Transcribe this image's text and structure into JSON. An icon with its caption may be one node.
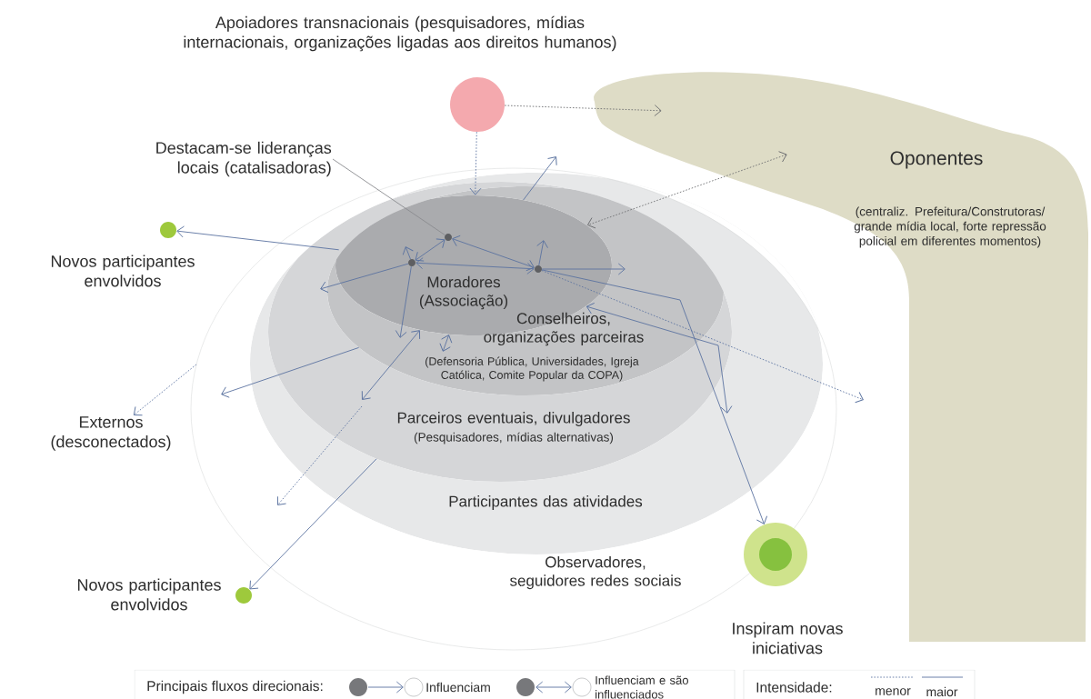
{
  "diagram": {
    "nodes": [
      {
        "text": [
          "Observadores, seguidores redes sociais"
        ]
      },
      {
        "text": [
          "Participantes das atividades"
        ],
        "in": 0
      },
      {
        "text": [
          "Parceiros eventuais, divulgadores",
          "(Pesquisadores, mídias alternativas)"
        ],
        "in": 1
      },
      {
        "text": [
          "Conselheiros, organizações parceiras",
          "(Defensoria Pública, Universidades, Igreja Católica, Comite Popular da COPA)"
        ],
        "in": 2
      },
      {
        "text": [
          "Moradores (Associação)"
        ],
        "in": 3
      },
      {
        "text": [],
        "shape": "circle",
        "in": 4
      },
      {
        "text": [],
        "shape": "circle",
        "in": 4
      },
      {
        "text": [],
        "shape": "circle",
        "in": 4
      },
      {
        "text": [
          "Apoiadores transnacionais (pesquisadores, mídias internacionais, organizações ligadas aos direitos humanos)"
        ]
      },
      {
        "text": [
          "Oponentes",
          "(centraliz. Prefeitura/Construtoras/ grande mídia local, forte repressão policial em diferentes momentos)"
        ]
      },
      {
        "text": [
          "Destacam-se lideranças locais (catalisadoras)"
        ]
      },
      {
        "text": [],
        "shape": "circle",
        "beside": [
          "Novos participantes envolvidos"
        ]
      },
      {
        "text": [
          "Externos (desconectados)"
        ]
      },
      {
        "text": [],
        "shape": "circle",
        "beside": [
          "Novos participantes envolvidos"
        ]
      },
      {
        "text": [],
        "shape": "circle"
      }
    ],
    "edges": [
      {
        "from": 5,
        "to": 6,
        "arrow": "both"
      },
      {
        "from": 6,
        "to": 7,
        "arrow": "both"
      },
      {
        "from": 5,
        "to": 7,
        "arrow": "both"
      },
      {
        "from": 7,
        "to": null,
        "arrow": "to"
      },
      {
        "from": 7,
        "to": null,
        "arrow": "to"
      },
      {
        "from": 6,
        "to": null,
        "arrow": "to"
      },
      {
        "from": 6,
        "to": null,
        "arrow": "to"
      },
      {
        "from": 6,
        "to": null,
        "arrow": "to"
      },
      {
        "from": 4,
        "to": 11,
        "arrow": "to"
      },
      {
        "from": 4,
        "to": null,
        "arrow": "to"
      },
      {
        "from": 8,
        "to": 4,
        "arrow": "to",
        "style": "dashed"
      },
      {
        "from": 8,
        "to": 9,
        "arrow": "to",
        "style": "dashed",
        "color": "#6d6e71"
      },
      {
        "from": 9,
        "to": 4,
        "arrow": "both",
        "style": "dashed",
        "color": "#6d6e71"
      },
      {
        "from": 7,
        "to": null,
        "arrow": "to",
        "style": "dashed"
      },
      {
        "from": 7,
        "to": 14,
        "arrow": "to"
      },
      {
        "from": 4,
        "to": null,
        "arrow": "both"
      },
      {
        "from": 4,
        "to": null,
        "arrow": "both"
      },
      {
        "from": 4,
        "to": null,
        "arrow": "both"
      },
      {
        "from": 3,
        "to": null,
        "arrow": "to"
      },
      {
        "from": 0,
        "to": 12,
        "arrow": "to",
        "style": "dashed"
      },
      {
        "from": 2,
        "to": 13,
        "arrow": "to"
      },
      {
        "from": 10,
        "to": 5,
        "arrow": "none",
        "color": "#8a8b8e"
      }
    ],
    "labels": [
      "Inspiram novas iniciativas",
      "Principais fluxos direcionais:",
      "Intensidade:"
    ],
    "legend": [
      {
        "text": "Influenciam"
      },
      {
        "text": "Influenciam e são influenciados"
      },
      {
        "text": "menor"
      },
      {
        "text": "maior"
      }
    ]
  }
}
